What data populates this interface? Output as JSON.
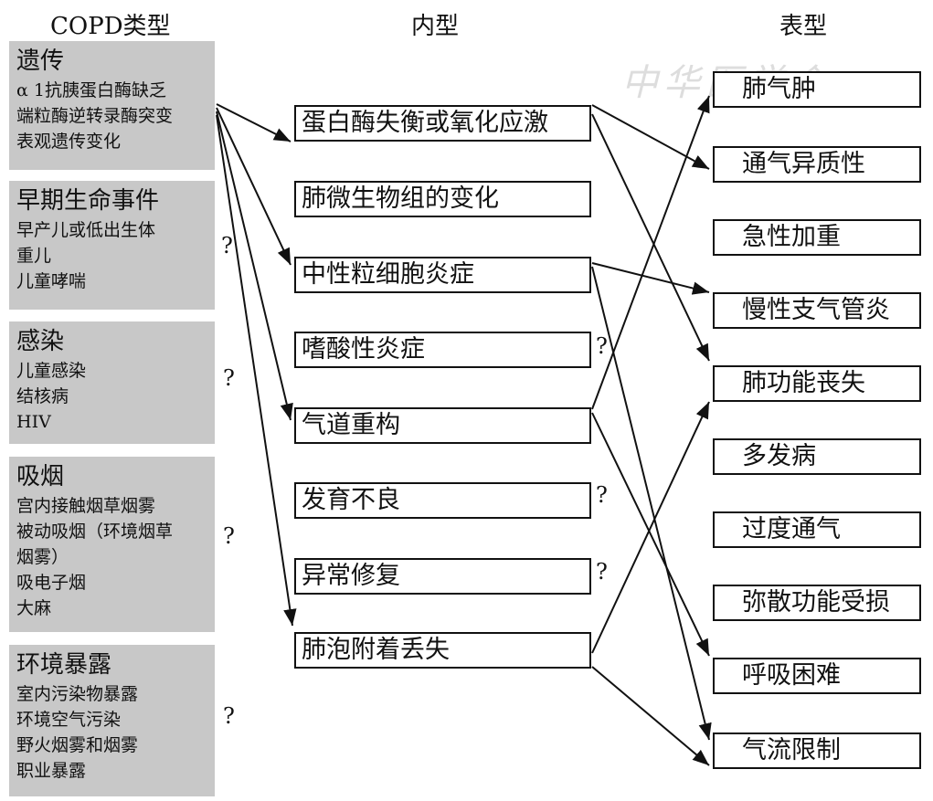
{
  "headers": {
    "types": "COPD类型",
    "endotypes": "内型",
    "phenotypes": "表型"
  },
  "watermark": "中华医学会",
  "types": [
    {
      "title": "遗传",
      "items": [
        "α 1抗胰蛋白酶缺乏",
        "端粒酶逆转录酶突变",
        "表观遗传变化"
      ]
    },
    {
      "title": "早期生命事件",
      "items": [
        "早产儿或低出生体",
        "重儿",
        "儿童哮喘"
      ]
    },
    {
      "title": "感染",
      "items": [
        "儿童感染",
        "结核病",
        "HIV"
      ]
    },
    {
      "title": "吸烟",
      "items": [
        "宫内接触烟草烟雾",
        "被动吸烟（环境烟草",
        "烟雾）",
        "吸电子烟",
        "大麻"
      ]
    },
    {
      "title": "环境暴露",
      "items": [
        "室内污染物暴露",
        "环境空气污染",
        "野火烟雾和烟雾",
        "职业暴露"
      ]
    }
  ],
  "endotypes": [
    "蛋白酶失衡或氧化应激",
    "肺微生物组的变化",
    "中性粒细胞炎症",
    "嗜酸性炎症",
    "气道重构",
    "发育不良",
    "异常修复",
    "肺泡附着丢失"
  ],
  "phenotypes": [
    "肺气肿",
    "通气异质性",
    "急性加重",
    "慢性支气管炎",
    "肺功能丧失",
    "多发病",
    "过度通气",
    "弥散功能受损",
    "呼吸困难",
    "气流限制"
  ],
  "question_mark": "?"
}
